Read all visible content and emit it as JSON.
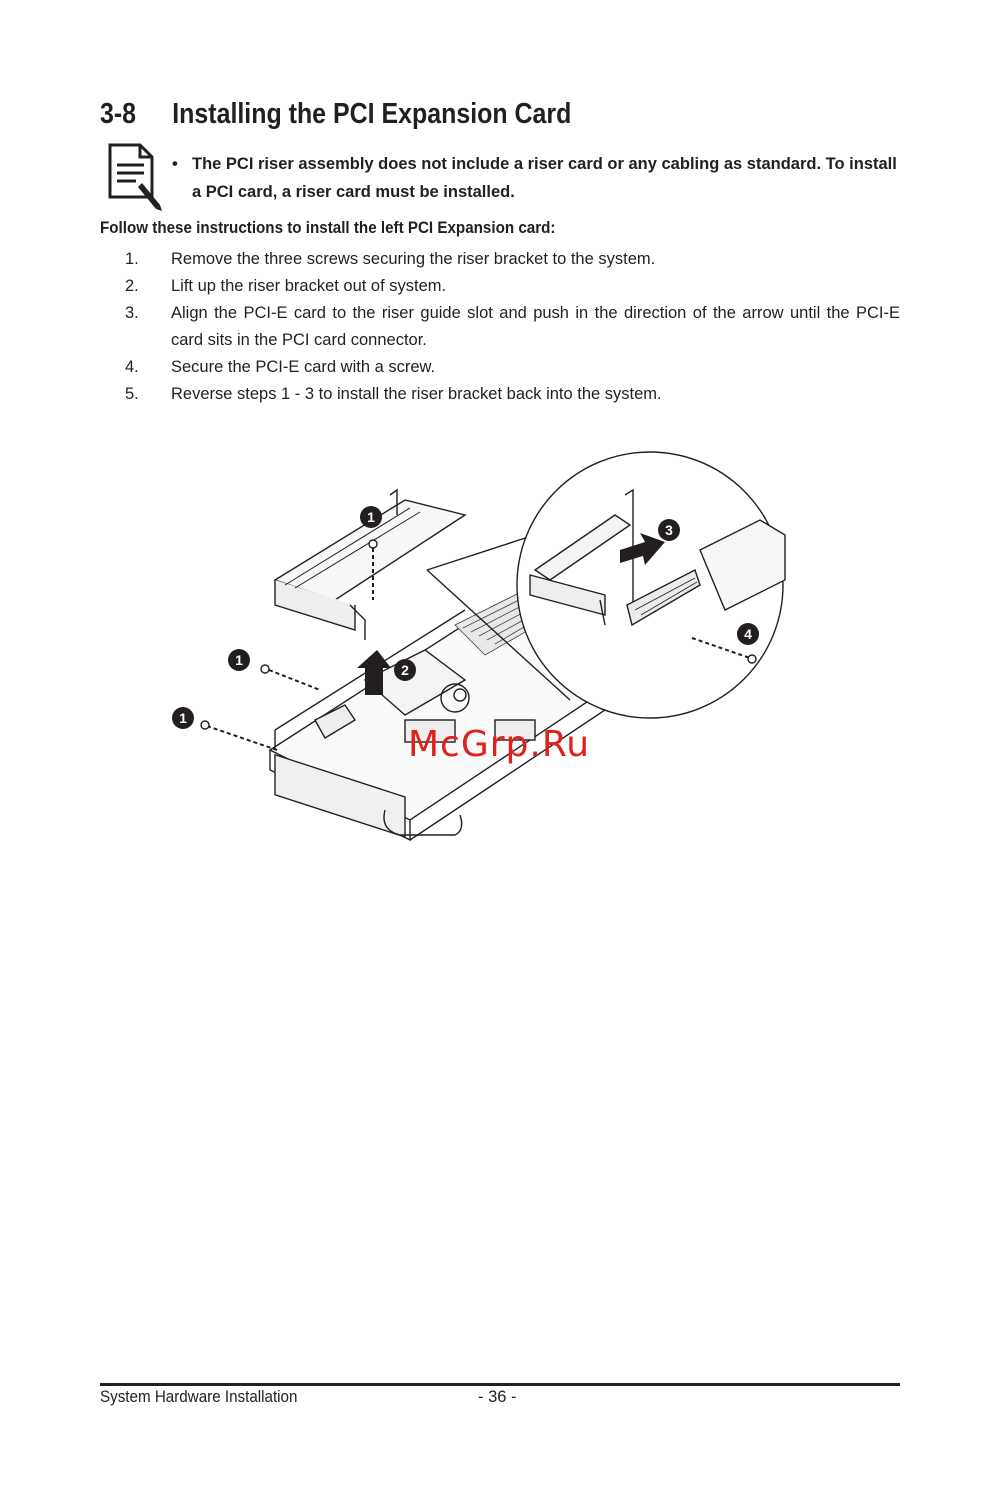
{
  "section": {
    "number": "3-8",
    "title": "Installing the PCI Expansion Card"
  },
  "note": {
    "icon": "note-document-pencil-icon",
    "bullet": "•",
    "text": "The PCI riser assembly does not include a riser card or any cabling as standard. To install a PCI card, a riser card must be installed."
  },
  "intro": "Follow these instructions to install the left PCI Expansion card:",
  "steps": [
    {
      "num": "1.",
      "text": "Remove the three screws securing the riser bracket to the system."
    },
    {
      "num": "2.",
      "text": "Lift up the riser bracket out of system."
    },
    {
      "num": "3.",
      "text": "Align the PCI-E card to the riser guide slot and push in the direction of the arrow until the PCI-E card sits in the PCI card connector."
    },
    {
      "num": "4.",
      "text": "Secure the PCI-E card with a screw."
    },
    {
      "num": "5.",
      "text": "Reverse steps 1 - 3 to install the riser bracket back into the system."
    }
  ],
  "figure": {
    "callouts": [
      "1",
      "1",
      "1",
      "2",
      "3",
      "4"
    ]
  },
  "watermark": "McGrp.Ru",
  "footer": {
    "left": "System Hardware Installation",
    "page": "- 36 -"
  }
}
